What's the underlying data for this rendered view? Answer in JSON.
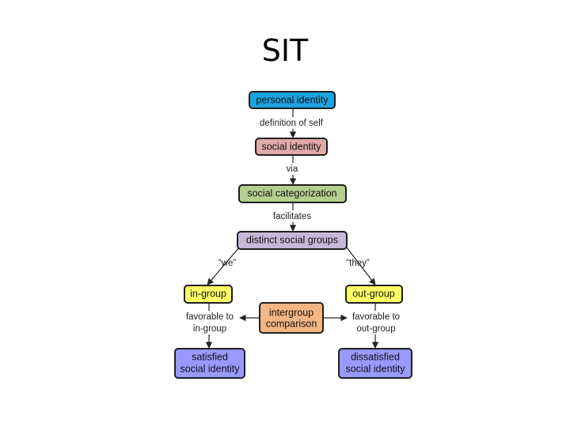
{
  "title": "SIT",
  "colors": {
    "personal_identity": "#1ba3e0",
    "social_identity": "#e0aaa8",
    "social_categorization": "#b5cf8e",
    "distinct_social_groups": "#c8b7d6",
    "in_group": "#ffff66",
    "out_group": "#ffff66",
    "intergroup_comparison": "#f6b683",
    "satisfied": "#9999ff",
    "dissatisfied": "#9999ff"
  },
  "nodes": {
    "personal_identity": [
      "personal identity"
    ],
    "social_identity": [
      "social identity"
    ],
    "social_categorization": [
      "social categorization"
    ],
    "distinct_social_groups": [
      "distinct social groups"
    ],
    "in_group": [
      "in-group"
    ],
    "out_group": [
      "out-group"
    ],
    "intergroup_comparison": [
      "intergroup",
      "comparison"
    ],
    "satisfied": [
      "satisfied",
      "social identity"
    ],
    "dissatisfied": [
      "dissatisfied",
      "social identity"
    ]
  },
  "edges": {
    "definition_of_self": [
      "definition of self"
    ],
    "via": [
      "via"
    ],
    "facilitates": [
      "facilitates"
    ],
    "we": [
      "“we”"
    ],
    "they": [
      "“they”"
    ],
    "favorable_in": [
      "favorable to",
      "in-group"
    ],
    "favorable_out": [
      "favorable to",
      "out-group"
    ]
  }
}
